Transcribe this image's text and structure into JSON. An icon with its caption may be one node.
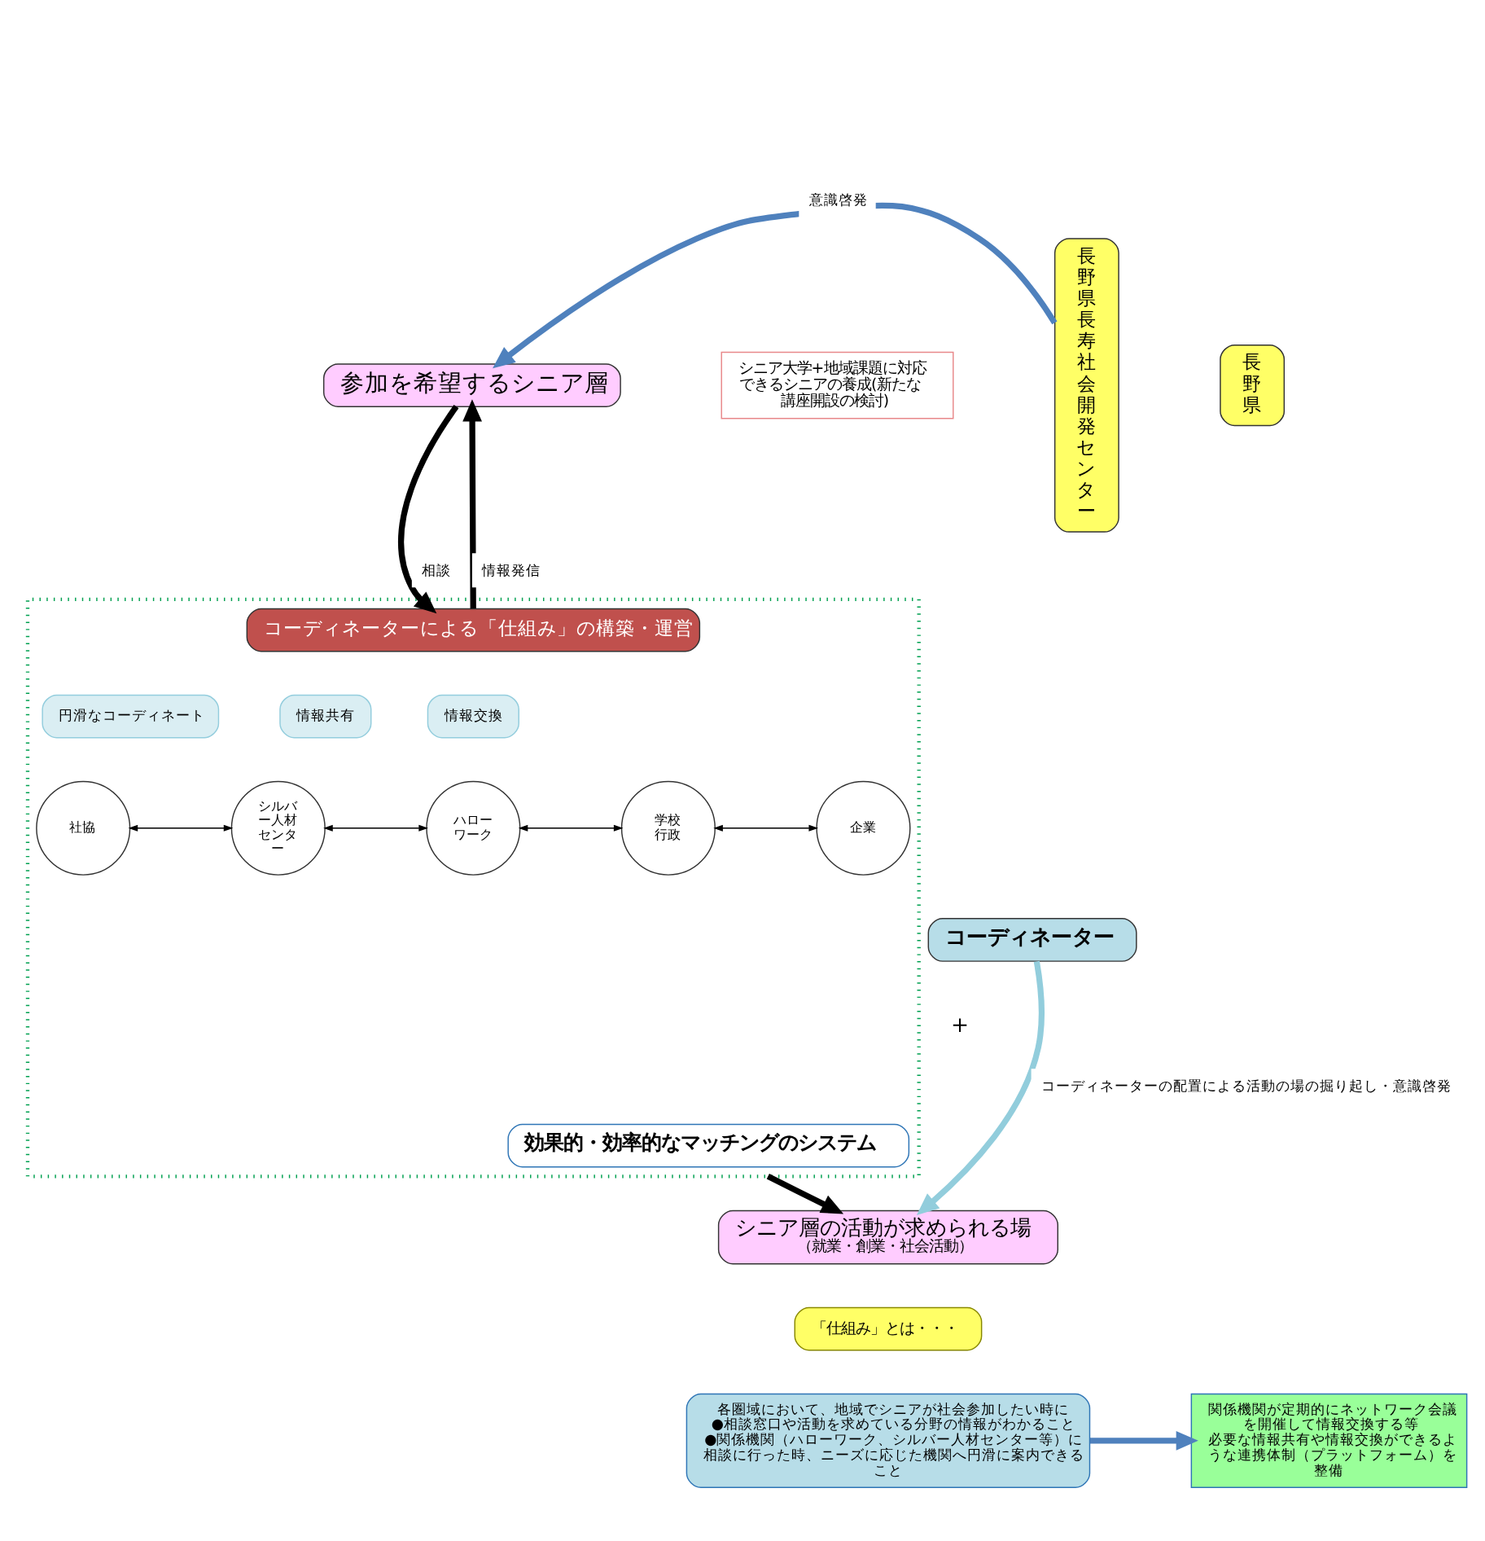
{
  "diagram": {
    "nodes": [
      {
        "text": [
          "参加を希望するシニア層"
        ]
      },
      {
        "text": [
          "長野県長寿社会開発センター"
        ]
      },
      {
        "text": [
          "長野県"
        ]
      },
      {
        "text": [
          "シニア大学+地域課題に対応できるシニアの養成(新たな講座開設の検討)"
        ]
      },
      {
        "text": [],
        "shape": "box"
      },
      {
        "text": [
          "コーディネーターによる「仕組み」の構築・運営"
        ],
        "in": 4
      },
      {
        "text": [
          "情報共有"
        ],
        "in": 4
      },
      {
        "text": [
          "情報交換"
        ],
        "in": 4
      },
      {
        "text": [
          "円滑なコーディネート"
        ],
        "in": 4
      },
      {
        "text": [
          "社協"
        ],
        "in": 4
      },
      {
        "text": [
          "シルバー人材センター"
        ],
        "in": 4
      },
      {
        "text": [
          "ハローワーク"
        ],
        "in": 4
      },
      {
        "text": [
          "学校行政"
        ],
        "in": 4
      },
      {
        "text": [
          "企業"
        ],
        "in": 4
      },
      {
        "text": [
          "コーディネーター"
        ]
      },
      {
        "text": [
          "効果的・効率的なマッチングのシステム"
        ],
        "in": 4
      },
      {
        "text": [
          "シニア層の活動が求められる場",
          "（就業・創業・社会活動）"
        ]
      },
      {
        "text": [
          "各圏域において、地域でシニアが社会参加したい時に",
          "●相談窓口や活動を求めている分野の情報がわかること",
          "●関係機関（ハローワーク、シルバー人材センター等）に相談に行った時、ニーズに応じた機関へ円滑に案内できること"
        ]
      },
      {
        "text": [
          "「仕組み」とは・・・"
        ]
      },
      {
        "text": [
          "関係機関が定期的にネットワーク会議を開催して情報交換する等",
          "必要な情報共有や情報交換ができるような連携体制（プラットフォーム）を整備"
        ]
      }
    ],
    "edges": [
      {
        "from": 1,
        "to": 0,
        "arrow": "to",
        "label": "意識啓発",
        "color": "#4f81bd"
      },
      {
        "from": 5,
        "to": 0,
        "arrow": "to",
        "label": "情報発信"
      },
      {
        "from": 0,
        "to": 5,
        "arrow": "to",
        "label": "相談"
      },
      {
        "from": 9,
        "to": 10,
        "arrow": "both"
      },
      {
        "from": 10,
        "to": 11,
        "arrow": "both"
      },
      {
        "from": 11,
        "to": 12,
        "arrow": "both"
      },
      {
        "from": 12,
        "to": 13,
        "arrow": "both"
      },
      {
        "from": 4,
        "to": 16,
        "arrow": "to"
      },
      {
        "from": 14,
        "to": 16,
        "arrow": "to",
        "label": "コーディネーターの配置による活動の場の掘り起し・意識啓発",
        "color": "#92cddc"
      },
      {
        "from": 17,
        "to": 19,
        "arrow": "to",
        "color": "#4f81bd"
      }
    ],
    "labels": [
      "＋"
    ]
  }
}
